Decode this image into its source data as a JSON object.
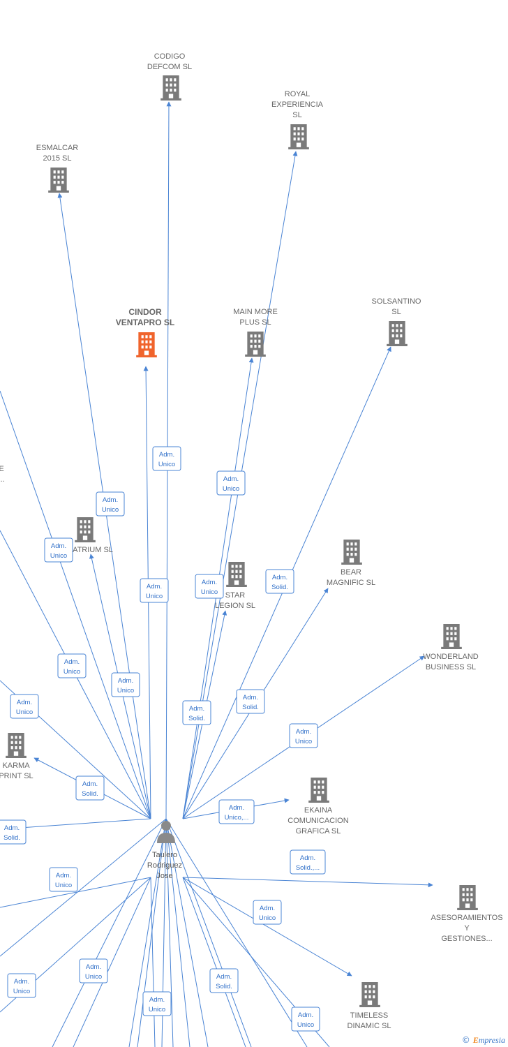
{
  "colors": {
    "edge": "#4a84d4",
    "node": "#7a7a7a",
    "highlight": "#f0642c",
    "label_border": "#4a84d4",
    "label_text": "#2f6fc8"
  },
  "person": {
    "name_lines": [
      "Taulero",
      "Rodriguez",
      "Jose"
    ],
    "icon": "person-icon"
  },
  "companies": [
    {
      "id": "codigo",
      "lines": [
        "CODIGO",
        "DEFCOM  SL"
      ],
      "icon": "building-icon"
    },
    {
      "id": "royal",
      "lines": [
        "ROYAL",
        "EXPERIENCIA",
        "SL"
      ],
      "icon": "building-icon"
    },
    {
      "id": "esmalcar",
      "lines": [
        "ESMALCAR",
        "2015  SL"
      ],
      "icon": "building-icon"
    },
    {
      "id": "cindor",
      "lines": [
        "CINDOR",
        "VENTAPRO  SL"
      ],
      "icon": "building-icon",
      "highlight": true
    },
    {
      "id": "mainmore",
      "lines": [
        "MAIN MORE",
        "PLUS  SL"
      ],
      "icon": "building-icon"
    },
    {
      "id": "solsantino",
      "lines": [
        "SOLSANTINO",
        "SL"
      ],
      "icon": "building-icon"
    },
    {
      "id": "atrium",
      "lines": [
        "ATRIUM  SL"
      ],
      "icon": "building-icon"
    },
    {
      "id": "star",
      "lines": [
        "STAR",
        "LEGION  SL"
      ],
      "icon": "building-icon"
    },
    {
      "id": "bear",
      "lines": [
        "BEAR",
        "MAGNIFIC  SL"
      ],
      "icon": "building-icon"
    },
    {
      "id": "wonderland",
      "lines": [
        "WONDERLAND",
        "BUSINESS  SL"
      ],
      "icon": "building-icon"
    },
    {
      "id": "karma",
      "lines": [
        "KARMA",
        "PRINT  SL"
      ],
      "icon": "building-icon"
    },
    {
      "id": "ekaina",
      "lines": [
        "EKAINA",
        "COMUNICACION",
        "GRAFICA  SL"
      ],
      "icon": "building-icon"
    },
    {
      "id": "asesoramientos",
      "lines": [
        "ASESORAMIENTOS",
        "Y",
        "GESTIONES..."
      ],
      "icon": "building-icon"
    },
    {
      "id": "timeless",
      "lines": [
        "TIMELESS",
        "DINAMIC  SL"
      ],
      "icon": "building-icon"
    },
    {
      "id": "leftcut",
      "lines": [
        "E",
        "..."
      ],
      "icon": ""
    }
  ],
  "edge_labels": [
    {
      "id": "cindor",
      "lines": [
        "Adm.",
        "Unico"
      ]
    },
    {
      "id": "mainmore",
      "lines": [
        "Adm.",
        "Unico"
      ]
    },
    {
      "id": "esmalcar",
      "lines": [
        "Adm.",
        "Unico"
      ]
    },
    {
      "id": "offleft1",
      "lines": [
        "Adm.",
        "Unico"
      ]
    },
    {
      "id": "codigo",
      "lines": [
        "Adm.",
        "Unico"
      ]
    },
    {
      "id": "royal",
      "lines": [
        "Adm.",
        "Unico"
      ]
    },
    {
      "id": "solsantino",
      "lines": [
        "Adm.",
        "Solid."
      ]
    },
    {
      "id": "offleft2",
      "lines": [
        "Adm.",
        "Unico"
      ]
    },
    {
      "id": "atrium",
      "lines": [
        "Adm.",
        "Unico"
      ]
    },
    {
      "id": "offleft3",
      "lines": [
        "Adm.",
        "Unico"
      ]
    },
    {
      "id": "star",
      "lines": [
        "Adm.",
        "Solid."
      ]
    },
    {
      "id": "bear",
      "lines": [
        "Adm.",
        "Solid."
      ]
    },
    {
      "id": "wonderland",
      "lines": [
        "Adm.",
        "Unico"
      ]
    },
    {
      "id": "karma",
      "lines": [
        "Adm.",
        "Solid."
      ]
    },
    {
      "id": "ekaina",
      "lines": [
        "Adm.",
        "Unico,..."
      ]
    },
    {
      "id": "offleft4",
      "lines": [
        "Adm.",
        "Solid."
      ]
    },
    {
      "id": "asesoramientos",
      "lines": [
        "Adm.",
        "Solid.,..."
      ]
    },
    {
      "id": "offleft5",
      "lines": [
        "Adm.",
        "Unico"
      ]
    },
    {
      "id": "timeless",
      "lines": [
        "Adm.",
        "Unico"
      ]
    },
    {
      "id": "offbottom1",
      "lines": [
        "Adm.",
        "Unico"
      ]
    },
    {
      "id": "offbottom2",
      "lines": [
        "Adm.",
        "Unico"
      ]
    },
    {
      "id": "offbottom3",
      "lines": [
        "Adm.",
        "Solid."
      ]
    },
    {
      "id": "offbottom4",
      "lines": [
        "Adm.",
        "Unico"
      ]
    },
    {
      "id": "offbottom5",
      "lines": [
        "Adm.",
        "Unico"
      ]
    }
  ],
  "footer": {
    "copyright_symbol": "©",
    "brand_first": "E",
    "brand_rest": "mpresia"
  }
}
